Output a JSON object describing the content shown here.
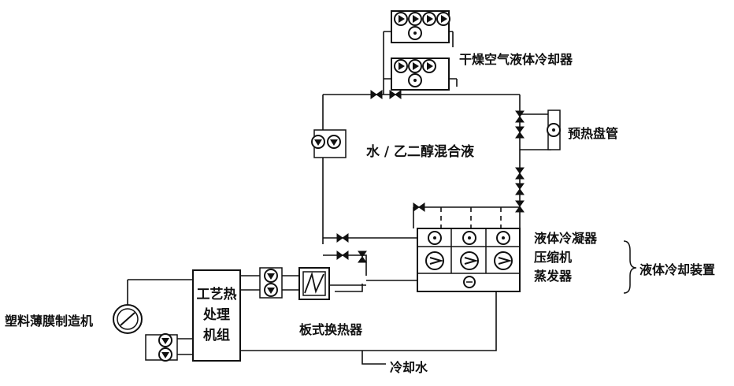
{
  "labels": {
    "dry_air_cooler": "干燥空气液体冷却器",
    "preheat_coil": "预热盘管",
    "glycol_mix": "水 / 乙二醇混合液",
    "condenser": "液体冷凝器",
    "compressor": "压缩机",
    "evaporator": "蒸发器",
    "chiller_unit": "液体冷却装置",
    "film_machine": "塑料薄膜制造机",
    "plate_hx": "板式换热器",
    "cooling_water": "冷却水",
    "process_unit": [
      "工艺热",
      "处理",
      "机组"
    ]
  },
  "colors": {
    "line": "#111111",
    "text": "#111111",
    "background": "#ffffff"
  }
}
